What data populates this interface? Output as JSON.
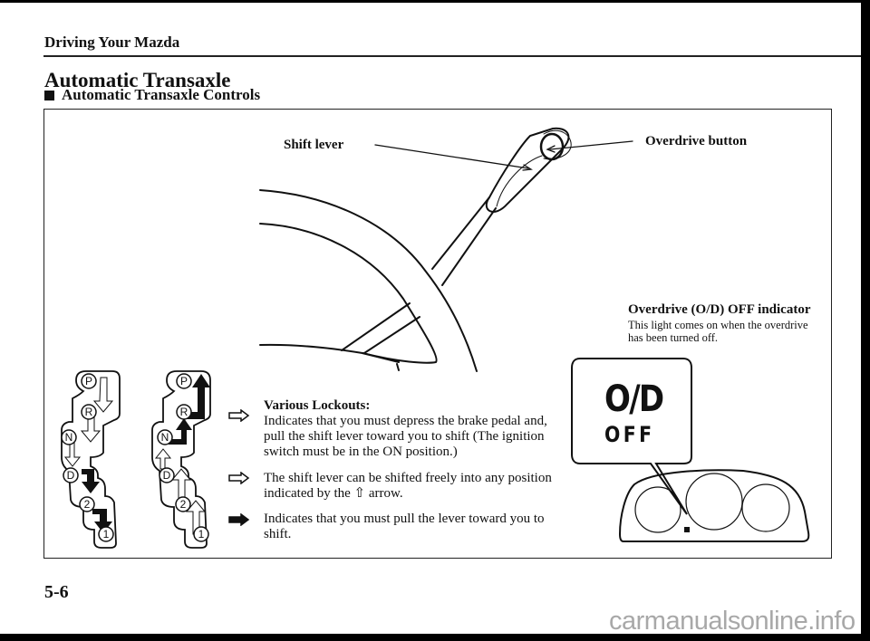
{
  "header": {
    "running_head": "Driving Your Mazda",
    "section_title": "Automatic Transaxle",
    "subsection_title": "Automatic Transaxle Controls"
  },
  "illustration": {
    "shift_lever_label": "Shift lever",
    "overdrive_button_label": "Overdrive button",
    "od_indicator_title": "Overdrive (O/D) OFF indicator",
    "od_indicator_desc_line1": "This light comes on when the overdrive",
    "od_indicator_desc_line2": "has been turned off.",
    "od_display_line1": "O/D",
    "od_display_line2": "OFF"
  },
  "gear_diagrams": {
    "positions": [
      "P",
      "R",
      "N",
      "D",
      "2",
      "1"
    ],
    "downshift_diagram": "shifting from P down to 1",
    "upshift_diagram": "shifting from 1 up to P"
  },
  "legend": [
    {
      "icon": "outline-arrow-icon",
      "title": "Various Lockouts:",
      "lines": [
        "Indicates that you must depress the brake pedal and,",
        "pull the shift lever toward you to shift (The ignition",
        "switch must be in the ON position.)"
      ]
    },
    {
      "icon": "outline-arrow-icon",
      "lines": [
        "The shift lever can be shifted freely into any position",
        "indicated by the ⇧ arrow."
      ]
    },
    {
      "icon": "solid-arrow-icon",
      "lines": [
        "Indicates that you must pull the lever toward you to",
        "shift."
      ]
    }
  ],
  "footer": {
    "page_number": "5-6",
    "watermark": "carmanualsonline.info"
  }
}
